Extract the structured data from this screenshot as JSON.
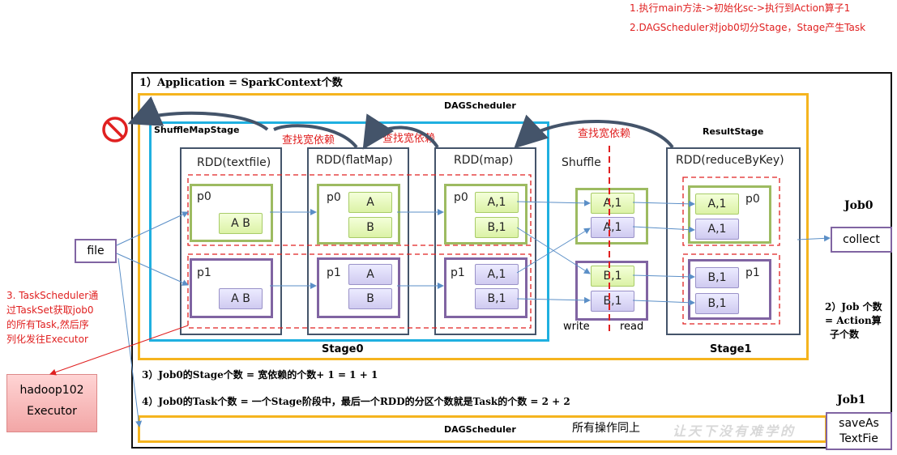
{
  "notes": {
    "note1": "1.执行main方法->初始化sc->执行到Action算子1",
    "note2": "2.DAGScheduler对job0切分Stage，Stage产生Task",
    "note3_lines": [
      "3. TaskScheduler通",
      "过TaskSet获取job0",
      "的所有Task,然后序",
      "列化发往Executor"
    ]
  },
  "application_label": "1）Application = SparkContext个数",
  "dagscheduler_label": "DAGScheduler",
  "dagscheduler_bottom_label": "DAGScheduler",
  "all_ops_same": "所有操作同上",
  "shufflemapstage_label": "ShuffleMapStage",
  "resultstage_label": "ResultStage",
  "stage0_label": "Stage0",
  "stage1_label": "Stage1",
  "wide_dep_label": "查找宽依赖",
  "rdds": {
    "textfile": "RDD(textfile)",
    "flatmap": "RDD(flatMap)",
    "map": "RDD(map)",
    "shuffle": "Shuffle",
    "reducebykey": "RDD(reduceByKey)"
  },
  "partitions": {
    "p0": "p0",
    "p1": "p1"
  },
  "cells": {
    "ab": "A B",
    "a": "A",
    "b": "B",
    "a1": "A,1",
    "b1": "B,1"
  },
  "write_label": "write",
  "read_label": "read",
  "file_label": "file",
  "collect_label": "collect",
  "saveas_lines": [
    "saveAs",
    "TextFie"
  ],
  "job0_label": "Job0",
  "job1_label": "Job1",
  "job_count_lines": [
    "2）Job 个数",
    "= Action算",
    "子个数"
  ],
  "stage_count_label": "3）Job0的Stage个数 = 宽依赖的个数+ 1 = 1 + 1",
  "task_count_label": "4）Job0的Task个数 = 一个Stage阶段中，最后一个RDD的分区个数就是Task的个数 = 2 + 2",
  "executor_lines": [
    "hadoop102",
    "Executor"
  ],
  "watermark": "让天下没有难学的",
  "colors": {
    "red": "#e02020",
    "orange": "#f5b41e",
    "cyan": "#1fb0e0",
    "green_border": "#9dbb61",
    "purple_border": "#8064a2",
    "rdd_border": "#44546a",
    "arrow": "#5b8fc7"
  },
  "icons": {
    "forbidden": "no-entry-icon"
  }
}
